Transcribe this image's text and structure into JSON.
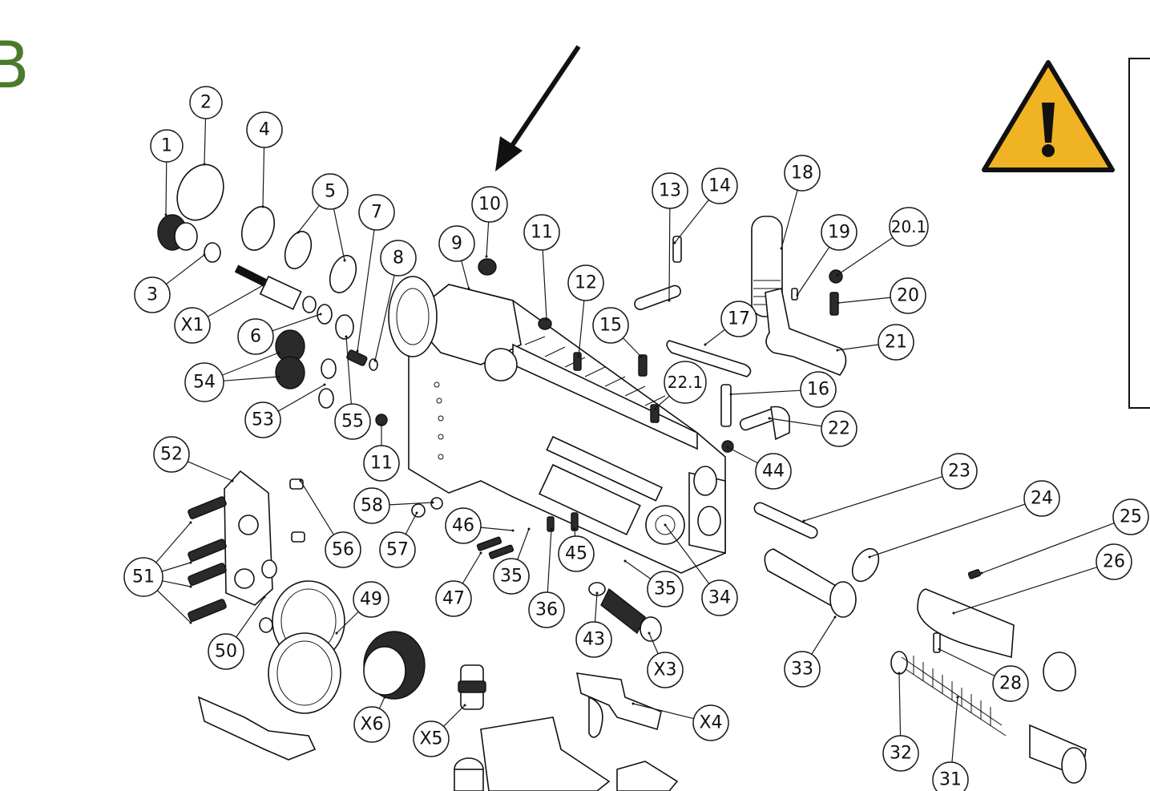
{
  "page": {
    "section_letter": "B"
  },
  "warning": {
    "icon": "warning-triangle-icon",
    "fill_color": "#f0b323"
  },
  "colors": {
    "section_letter": "#4a7a2b",
    "line": "#1a1a1a"
  },
  "callouts": [
    {
      "id": "1"
    },
    {
      "id": "2"
    },
    {
      "id": "3"
    },
    {
      "id": "4"
    },
    {
      "id": "5"
    },
    {
      "id": "6"
    },
    {
      "id": "7"
    },
    {
      "id": "8"
    },
    {
      "id": "9"
    },
    {
      "id": "10"
    },
    {
      "id": "11"
    },
    {
      "id": "11"
    },
    {
      "id": "12"
    },
    {
      "id": "13"
    },
    {
      "id": "14"
    },
    {
      "id": "15"
    },
    {
      "id": "16"
    },
    {
      "id": "17"
    },
    {
      "id": "18"
    },
    {
      "id": "19"
    },
    {
      "id": "20.1"
    },
    {
      "id": "20"
    },
    {
      "id": "21"
    },
    {
      "id": "22.1"
    },
    {
      "id": "22"
    },
    {
      "id": "23"
    },
    {
      "id": "24"
    },
    {
      "id": "25"
    },
    {
      "id": "26"
    },
    {
      "id": "28"
    },
    {
      "id": "31"
    },
    {
      "id": "32"
    },
    {
      "id": "33"
    },
    {
      "id": "34"
    },
    {
      "id": "35"
    },
    {
      "id": "35"
    },
    {
      "id": "36"
    },
    {
      "id": "43"
    },
    {
      "id": "44"
    },
    {
      "id": "45"
    },
    {
      "id": "46"
    },
    {
      "id": "47"
    },
    {
      "id": "49"
    },
    {
      "id": "50"
    },
    {
      "id": "51"
    },
    {
      "id": "52"
    },
    {
      "id": "53"
    },
    {
      "id": "54"
    },
    {
      "id": "55"
    },
    {
      "id": "56"
    },
    {
      "id": "57"
    },
    {
      "id": "58"
    },
    {
      "id": "X1"
    },
    {
      "id": "X3"
    },
    {
      "id": "X4"
    },
    {
      "id": "X5"
    },
    {
      "id": "X6"
    }
  ]
}
